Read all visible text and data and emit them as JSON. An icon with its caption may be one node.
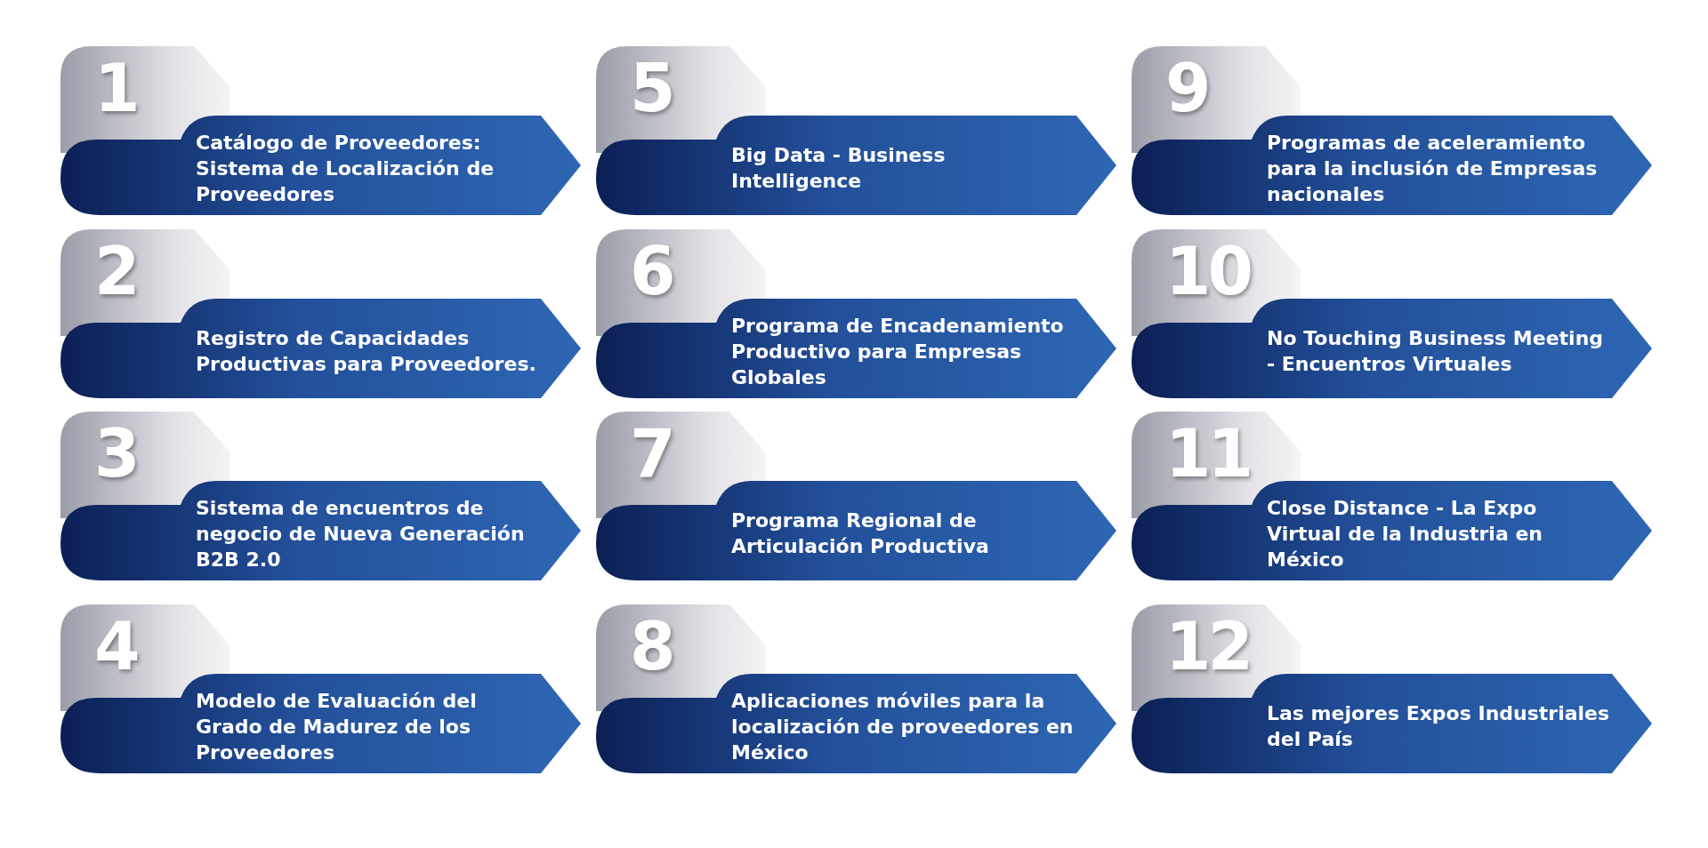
{
  "diagram": {
    "nodes": [
      {
        "text": [
          "1",
          "Catálogo de Proveedores: Sistema de Localización de Proveedores"
        ]
      },
      {
        "text": [
          "2",
          "Registro de Capacidades Productivas para Proveedores."
        ]
      },
      {
        "text": [
          "3",
          "Sistema de encuentros de negocio de Nueva Generación B2B 2.0"
        ]
      },
      {
        "text": [
          "4",
          "Modelo de Evaluación del Grado de Madurez de los Proveedores"
        ]
      },
      {
        "text": [
          "5",
          "Big Data - Business Intelligence"
        ]
      },
      {
        "text": [
          "6",
          "Programa de Encadenamiento Productivo para Empresas Globales"
        ]
      },
      {
        "text": [
          "7",
          "Programa Regional de Articulación Productiva"
        ]
      },
      {
        "text": [
          "8",
          "Aplicaciones móviles para la localización de proveedores en México"
        ]
      },
      {
        "text": [
          "9",
          "Programas de aceleramiento para la inclusión de Empresas nacionales"
        ]
      },
      {
        "text": [
          "10",
          "No Touching Business Meeting - Encuentros Virtuales"
        ]
      },
      {
        "text": [
          "11",
          "Close Distance - La Expo Virtual de la Industria en México"
        ]
      },
      {
        "text": [
          "12",
          "Las mejores Expos Industriales del País"
        ]
      }
    ]
  }
}
